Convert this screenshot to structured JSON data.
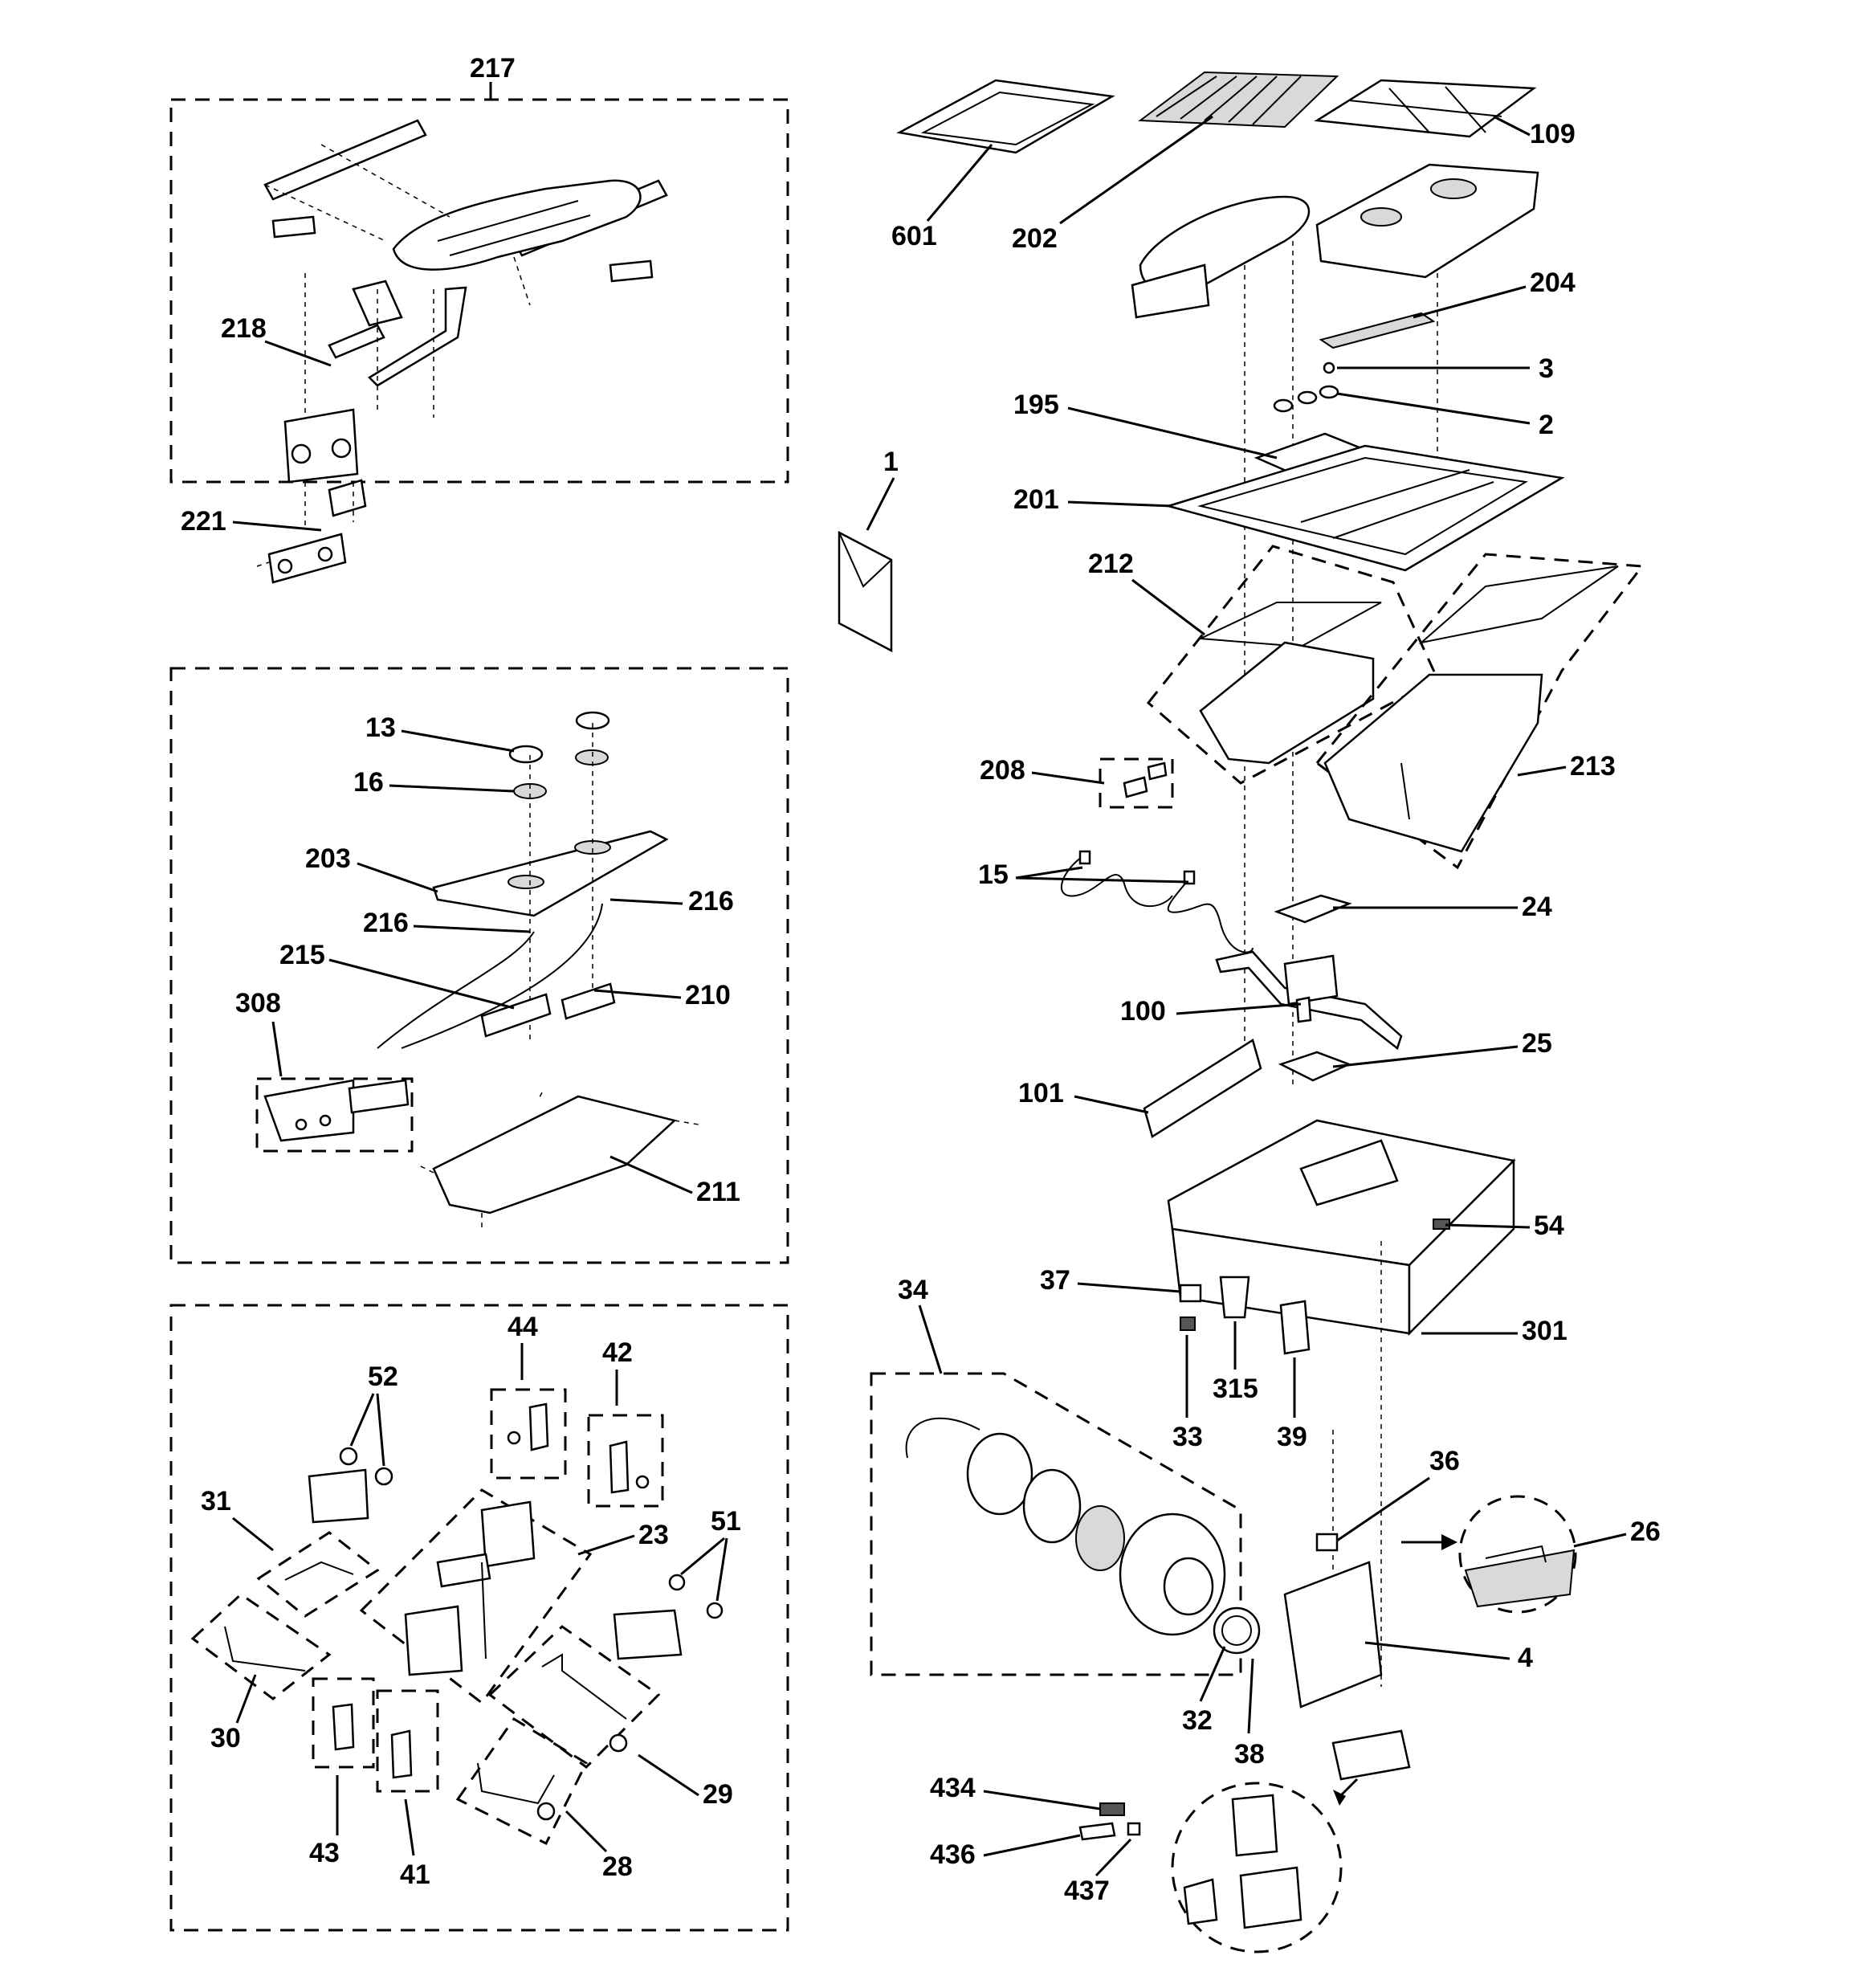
{
  "labels": {
    "l217": "217",
    "l218": "218",
    "l221": "221",
    "l601": "601",
    "l202": "202",
    "l109": "109",
    "l204": "204",
    "l3": "3",
    "l2": "2",
    "l195": "195",
    "l201": "201",
    "l1": "1",
    "l212": "212",
    "l213": "213",
    "l208": "208",
    "l15": "15",
    "l24": "24",
    "l100": "100",
    "l25": "25",
    "l101": "101",
    "l54": "54",
    "l37": "37",
    "l301": "301",
    "l33": "33",
    "l315": "315",
    "l39": "39",
    "l34": "34",
    "l36": "36",
    "l26": "26",
    "l4": "4",
    "l32": "32",
    "l38": "38",
    "l434": "434",
    "l436": "436",
    "l437": "437",
    "l13": "13",
    "l16": "16",
    "l203": "203",
    "l216a": "216",
    "l216b": "216",
    "l215": "215",
    "l210": "210",
    "l308": "308",
    "l211": "211",
    "l44": "44",
    "l42": "42",
    "l52": "52",
    "l31": "31",
    "l23": "23",
    "l51": "51",
    "l30": "30",
    "l43": "43",
    "l41": "41",
    "l29": "29",
    "l28": "28"
  }
}
